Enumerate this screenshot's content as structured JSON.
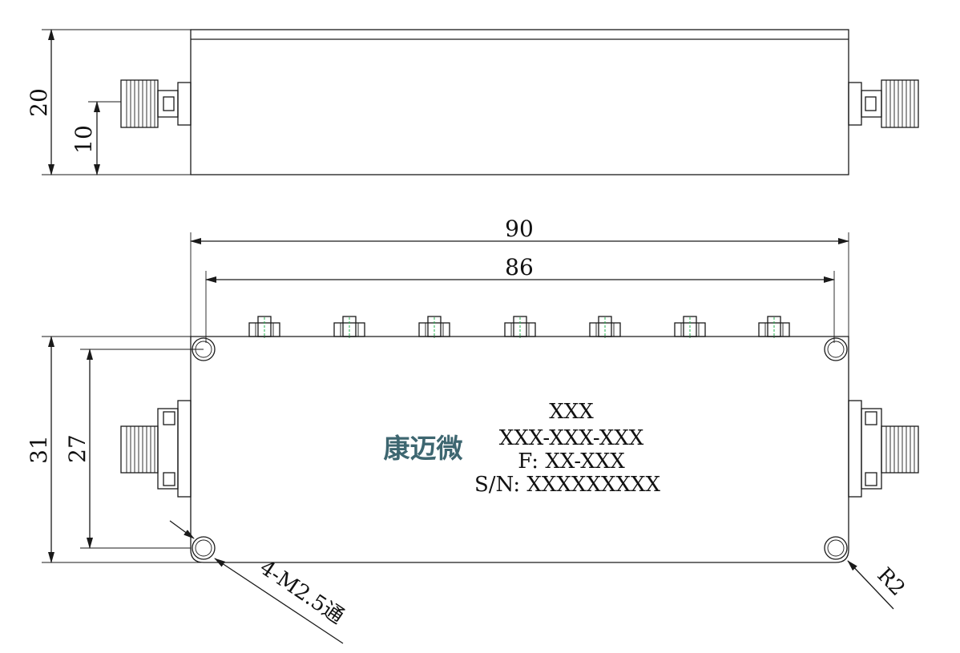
{
  "dimensions": {
    "side_height": "20",
    "side_connector_height": "10",
    "overall_length": "90",
    "hole_spacing_length": "86",
    "overall_width": "31",
    "hole_spacing_width": "27",
    "mounting_holes": "4-M2.5通",
    "corner_radius": "R2"
  },
  "label": {
    "line1": "XXX",
    "line2": "XXX-XXX-XXX",
    "line3": "F: XX-XXX",
    "line4": "S/N: XXXXXXXXX"
  },
  "logo": {
    "text": "康迈微",
    "color": "#3d6670"
  },
  "colors": {
    "line": "#1a1a1a",
    "centerline": "#22b14c"
  }
}
